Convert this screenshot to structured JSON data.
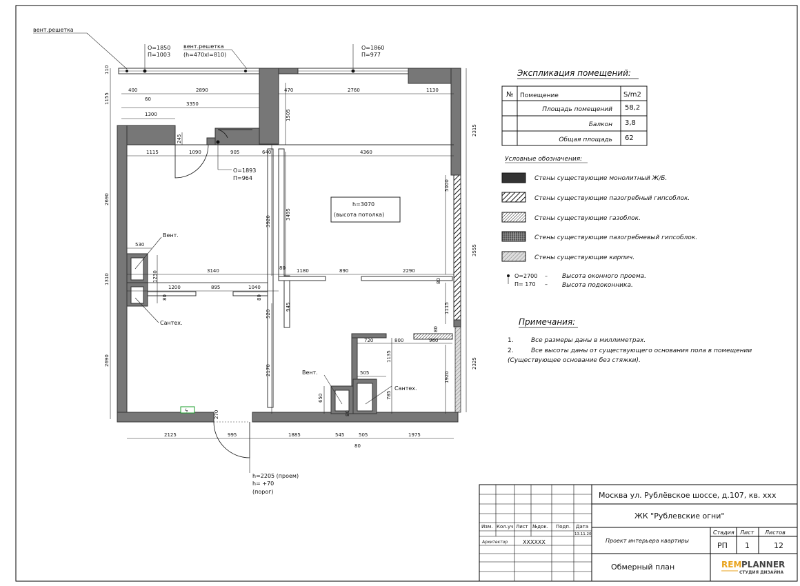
{
  "sheet": {
    "border_color": "#000000",
    "wall_color": "#777777"
  },
  "plan": {
    "top_labels": {
      "vent_grille_1": "вент.решетка",
      "vent_grille_2": "вент.решетка",
      "vent_grille_2_size": "(h=470xl=810)",
      "win1_o": "О=1850",
      "win1_p": "П=1003",
      "win2_o": "О=1860",
      "win2_p": "П=977",
      "win3_o": "О=1893",
      "win3_p": "П=964"
    },
    "dims_horizontal": [
      {
        "id": "d400",
        "text": "400"
      },
      {
        "id": "d2890",
        "text": "2890"
      },
      {
        "id": "d60",
        "text": "60"
      },
      {
        "id": "d3350",
        "text": "3350"
      },
      {
        "id": "d1300",
        "text": "1300"
      },
      {
        "id": "d470",
        "text": "470"
      },
      {
        "id": "d2760",
        "text": "2760"
      },
      {
        "id": "d1130",
        "text": "1130"
      },
      {
        "id": "d1115",
        "text": "1115"
      },
      {
        "id": "d1090",
        "text": "1090"
      },
      {
        "id": "d905",
        "text": "905"
      },
      {
        "id": "d640",
        "text": "640"
      },
      {
        "id": "d4360",
        "text": "4360"
      },
      {
        "id": "d530",
        "text": "530"
      },
      {
        "id": "d3140",
        "text": "3140"
      },
      {
        "id": "d1200",
        "text": "1200"
      },
      {
        "id": "d895",
        "text": "895"
      },
      {
        "id": "d1040",
        "text": "1040"
      },
      {
        "id": "d80a",
        "text": "80"
      },
      {
        "id": "d1180",
        "text": "1180"
      },
      {
        "id": "d890",
        "text": "890"
      },
      {
        "id": "d2290",
        "text": "2290"
      },
      {
        "id": "d720",
        "text": "720"
      },
      {
        "id": "d800",
        "text": "800"
      },
      {
        "id": "d960",
        "text": "960"
      },
      {
        "id": "d505a",
        "text": "505"
      },
      {
        "id": "d2125",
        "text": "2125"
      },
      {
        "id": "d995",
        "text": "995"
      },
      {
        "id": "d1885",
        "text": "1885"
      },
      {
        "id": "d545",
        "text": "545"
      },
      {
        "id": "d505b",
        "text": "505"
      },
      {
        "id": "d1975",
        "text": "1975"
      },
      {
        "id": "d80b",
        "text": "80"
      }
    ],
    "dims_vertical": [
      {
        "id": "v110",
        "text": "110"
      },
      {
        "id": "v1155",
        "text": "1155"
      },
      {
        "id": "v245",
        "text": "245"
      },
      {
        "id": "v2690a",
        "text": "2690"
      },
      {
        "id": "v1310",
        "text": "1310"
      },
      {
        "id": "v2690b",
        "text": "2690"
      },
      {
        "id": "v1505",
        "text": "1505"
      },
      {
        "id": "v3920",
        "text": "3920"
      },
      {
        "id": "v3495",
        "text": "3495"
      },
      {
        "id": "v945",
        "text": "945"
      },
      {
        "id": "v520",
        "text": "520"
      },
      {
        "id": "v2170",
        "text": "2170"
      },
      {
        "id": "v1230",
        "text": "1230"
      },
      {
        "id": "v80c",
        "text": "80"
      },
      {
        "id": "v80d",
        "text": "80"
      },
      {
        "id": "v2315",
        "text": "2315"
      },
      {
        "id": "v5000",
        "text": "5000"
      },
      {
        "id": "v3555",
        "text": "3555"
      },
      {
        "id": "v80e",
        "text": "80"
      },
      {
        "id": "v1115",
        "text": "1115"
      },
      {
        "id": "v80f",
        "text": "80"
      },
      {
        "id": "v2325",
        "text": "2325"
      },
      {
        "id": "v1920",
        "text": "1920"
      },
      {
        "id": "v1135",
        "text": "1135"
      },
      {
        "id": "v785",
        "text": "785"
      },
      {
        "id": "v650",
        "text": "650"
      },
      {
        "id": "v270",
        "text": "270"
      },
      {
        "id": "v80g",
        "text": "80"
      }
    ],
    "room_labels": {
      "ceiling_h": "h=3070",
      "ceiling_note": "(высота потолка)",
      "vent_1": "Вент.",
      "santeh_1": "Сантех.",
      "vent_2": "Вент.",
      "santeh_2": "Сантех."
    },
    "door_note": {
      "line1": "h=2205 (проем)",
      "line2": "h=  +70",
      "line3": "(порог)"
    }
  },
  "explication": {
    "title": "Экспликация помещений:",
    "headers": [
      "№",
      "Помещение",
      "S/m2"
    ],
    "rows": [
      {
        "name": "Площадь помещений",
        "value": "58,2"
      },
      {
        "name": "Балкон",
        "value": "3,8"
      },
      {
        "name": "Общая площадь",
        "value": "62"
      }
    ]
  },
  "legend": {
    "title": "Условные обозначения:",
    "items": [
      {
        "text": "Стены существующие монолитный  Ж/Б."
      },
      {
        "text": "Стены существующие пазогребный гипсоблок."
      },
      {
        "text": "Стены существующие газоблок."
      },
      {
        "text": "Стены существующие пазогребневый гипсоблок."
      },
      {
        "text": "Стены существующие кирпич."
      }
    ],
    "window_o": "О=2700",
    "window_o_dash": "–",
    "window_o_desc": "Высота оконного проема.",
    "window_p": "П= 170",
    "window_p_dash": "–",
    "window_p_desc": "Высота подоконника."
  },
  "notes": {
    "title": "Примечания:",
    "items": [
      {
        "num": "1.",
        "text": "Все размеры даны в миллиметрах."
      },
      {
        "num": "2.",
        "text": "Все высоты даны от существующего основания пола в помещении"
      }
    ],
    "item2_cont": "(Существующее основание без стяжки)."
  },
  "titleblock": {
    "address": "Москва ул. Рублёвское шоссе, д.107, кв. ххх",
    "complex": "ЖК \"Рублевские огни\"",
    "cols": [
      "Изм.",
      "Кол.уч",
      "Лист",
      "№док.",
      "Подп.",
      "Дата"
    ],
    "architect_label": "Архитектор",
    "architect_name": "XXXXXX",
    "date": "13.11.20",
    "project": "Проект интерьера квартиры",
    "stage_label": "Стадия",
    "sheet_label": "Лист",
    "sheets_label": "Листов",
    "stage": "РП",
    "sheet": "1",
    "sheets": "12",
    "drawing_name": "Обмерный план",
    "logo_rem": "REM",
    "logo_planner": "PLANNER",
    "logo_sub": "СТУДИЯ ДИЗАЙНА"
  }
}
